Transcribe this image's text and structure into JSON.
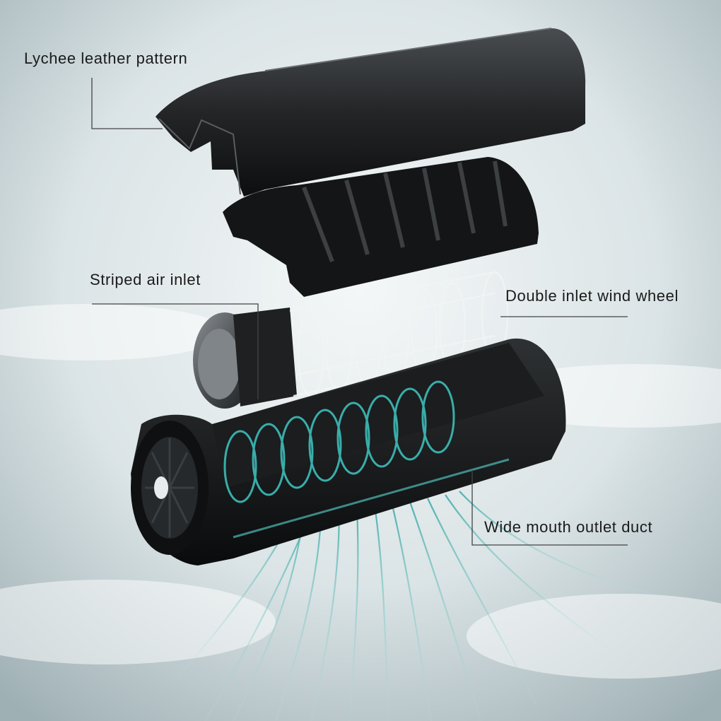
{
  "labels": {
    "lychee_leather": "Lychee leather pattern",
    "striped_air_inlet": "Striped air inlet",
    "double_inlet_wheel": "Double inlet wind wheel",
    "wide_mouth_duct": "Wide mouth outlet duct"
  },
  "colors": {
    "background_light": "#eef3f4",
    "background_mid": "#b9c8cc",
    "shell_dark": "#151617",
    "airflow_cyan": "#3fc7c2",
    "leader_line": "#444444",
    "label_text": "#1a1a1a"
  }
}
